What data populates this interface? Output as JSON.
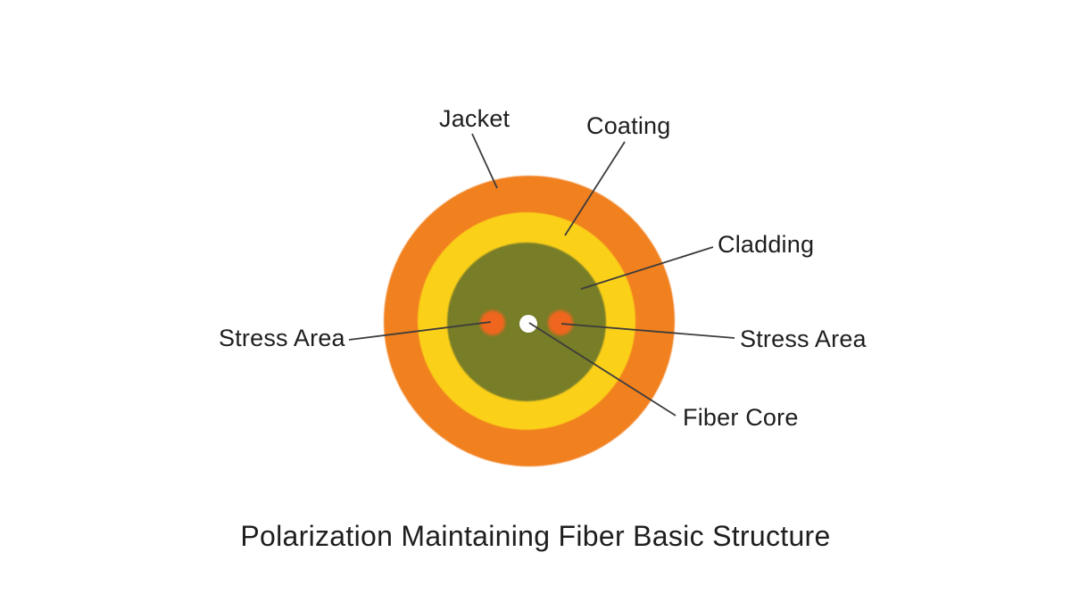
{
  "title": "Polarization Maintaining Fiber Basic Structure",
  "labels": {
    "jacket": "Jacket",
    "coating": "Coating",
    "cladding": "Cladding",
    "stress_area_left": "Stress Area",
    "stress_area_right": "Stress Area",
    "fiber_core": "Fiber Core"
  },
  "colors": {
    "jacket": "#F1801F",
    "coating": "#FBD019",
    "cladding": "#787D27",
    "stress_area": "#F0661E",
    "fiber_core": "#FFFFFF",
    "leader_line": "#3C3C3C",
    "text": "#1E1E1E"
  }
}
